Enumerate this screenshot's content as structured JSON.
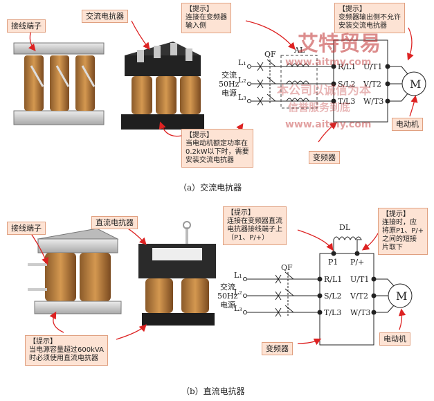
{
  "a": {
    "terminal_label": "接线端子",
    "reactor_label": "交流电抗器",
    "tip_input": [
      "【提示】",
      "连接在变频器",
      "输入侧"
    ],
    "tip_output": [
      "【提示】",
      "变频器输出侧不允许",
      "安装交流电抗器"
    ],
    "tip_power": [
      "【提示】",
      "当电动机额定功率在",
      "0.2kW以下时，需要",
      "安装交流电抗器"
    ],
    "source": [
      "交流",
      "50Hz",
      "电源"
    ],
    "phases": [
      "L₁",
      "L₂",
      "L₃"
    ],
    "breaker": "QF",
    "reactor_id": "AL",
    "inputs": [
      "R/L1",
      "S/L2",
      "T/L3"
    ],
    "outputs": [
      "U/T1",
      "V/T2",
      "W/T3"
    ],
    "motor_symbol": "M",
    "motor_label": "电动机",
    "inverter_label": "变频器",
    "caption": "（a）交流电抗器"
  },
  "b": {
    "terminal_label": "接线端子",
    "reactor_label": "直流电抗器",
    "tip_dc": [
      "【提示】",
      "连接在变频器直流",
      "电抗器接线端子上",
      "（P1、P/+）"
    ],
    "tip_remove": [
      "【提示】",
      "连接时，应",
      "将原P1、P/+",
      "之间的短接",
      "片取下"
    ],
    "tip_capacity": [
      "【提示】",
      "当电源容量超过600kVA",
      "时必须使用直流电抗器"
    ],
    "source": [
      "交流",
      "50Hz",
      "电源"
    ],
    "phases": [
      "L₁",
      "L₂",
      "L₃"
    ],
    "breaker": "QF",
    "reactor_id": "DL",
    "dc_terminals": [
      "P1",
      "P/+"
    ],
    "inputs": [
      "R/L1",
      "S/L2",
      "T/L3"
    ],
    "outputs": [
      "U/T1",
      "V/T2",
      "W/T3"
    ],
    "motor_symbol": "M",
    "motor_label": "电动机",
    "inverter_label": "变频器",
    "caption": "（b）直流电抗器"
  },
  "watermark": {
    "brand": "艾特贸易",
    "url1": "www.aitmy.com",
    "slogan": "本公司以诚信为本",
    "tagline": "信誉服务到底",
    "url2": "www.aitmy.com"
  },
  "colors": {
    "tip_bg": "#fde3d4",
    "arrow": "#d22",
    "watermark": "#c03030"
  }
}
